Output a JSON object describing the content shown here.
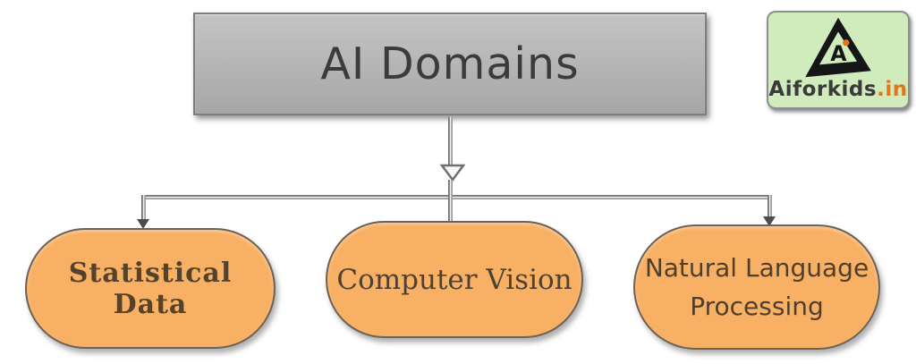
{
  "title": {
    "label": "AI Domains"
  },
  "nodes": [
    {
      "id": "statistical-data",
      "label": "Statistical Data"
    },
    {
      "id": "computer-vision",
      "label": "Computer Vision"
    },
    {
      "id": "natural-language-processing",
      "label": "Natural Language\nProcessing"
    }
  ],
  "logo": {
    "brand": "Aiforkids",
    "tld": ".in",
    "monogram": "A"
  },
  "colors": {
    "canvas-bg": "#ffffff",
    "title-fill": "#b7b7b7",
    "title-text": "#3b3b3b",
    "node-fill": "#f8b164",
    "node-border": "#6e6156",
    "node-text": "#55422a",
    "connector": "#8a8a8a",
    "logo-bg": "#d0ecbc",
    "logo-accent": "#e0761f",
    "logo-text": "#3a3a3a"
  }
}
